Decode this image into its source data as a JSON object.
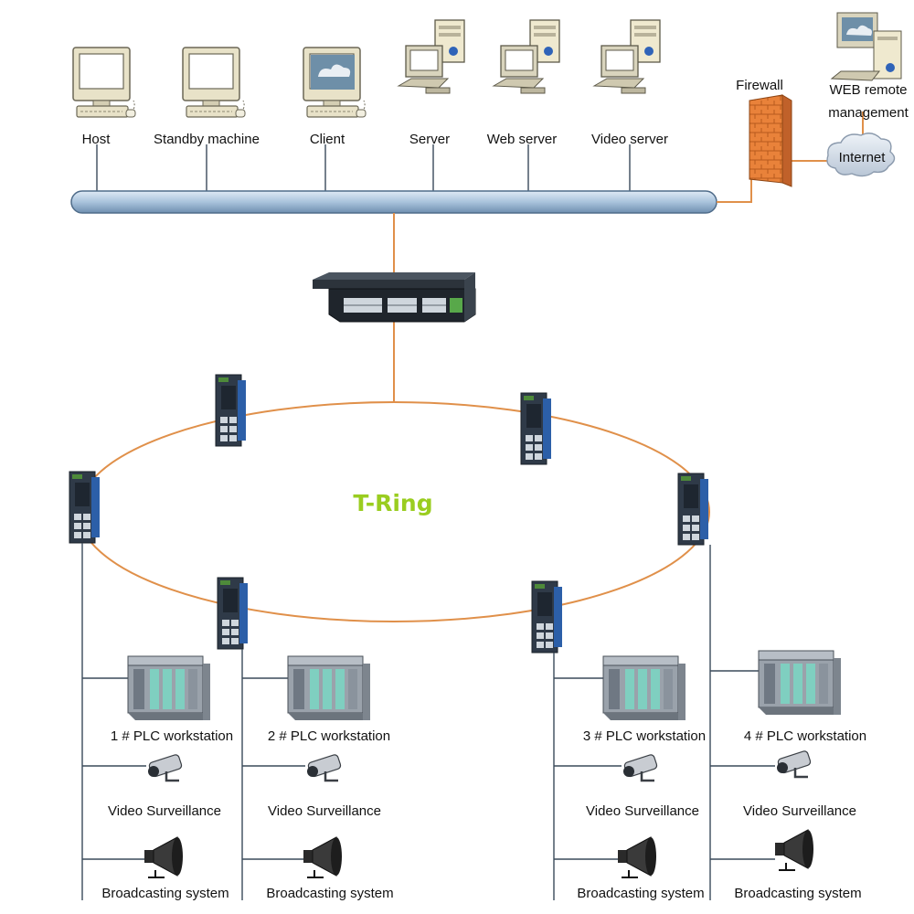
{
  "colors": {
    "link_orange": "#e0904a",
    "bus_blue": "#a9c3dc",
    "ring_title": "#9acd20",
    "tree_line": "#3a4a5a"
  },
  "top_devices": [
    {
      "label": "Host",
      "icon": "desktop-computer-icon"
    },
    {
      "label": "Standby machine",
      "icon": "desktop-computer-icon"
    },
    {
      "label": "Client",
      "icon": "desktop-computer-icon"
    },
    {
      "label": "Server",
      "icon": "server-tower-icon"
    },
    {
      "label": "Web server",
      "icon": "server-tower-icon"
    },
    {
      "label": "Video server",
      "icon": "server-tower-icon"
    }
  ],
  "firewall": {
    "label": "Firewall",
    "icon": "firewall-brick-icon"
  },
  "web_remote": {
    "label_line1": "WEB remote",
    "label_line2": "management",
    "icon": "server-tower-icon"
  },
  "internet": {
    "label": "Internet",
    "icon": "cloud-icon"
  },
  "core_switch": {
    "icon": "rack-switch-icon"
  },
  "ring": {
    "title": "T-Ring",
    "switch_icon": "din-rail-switch-icon"
  },
  "stations": [
    {
      "plc": "1 # PLC workstation",
      "video": "Video Surveillance",
      "broadcast": "Broadcasting system"
    },
    {
      "plc": "2 # PLC workstation",
      "video": "Video Surveillance",
      "broadcast": "Broadcasting system"
    },
    {
      "plc": "3 # PLC workstation",
      "video": "Video Surveillance",
      "broadcast": "Broadcasting system"
    },
    {
      "plc": "4 # PLC workstation",
      "video": "Video Surveillance",
      "broadcast": "Broadcasting system"
    }
  ]
}
